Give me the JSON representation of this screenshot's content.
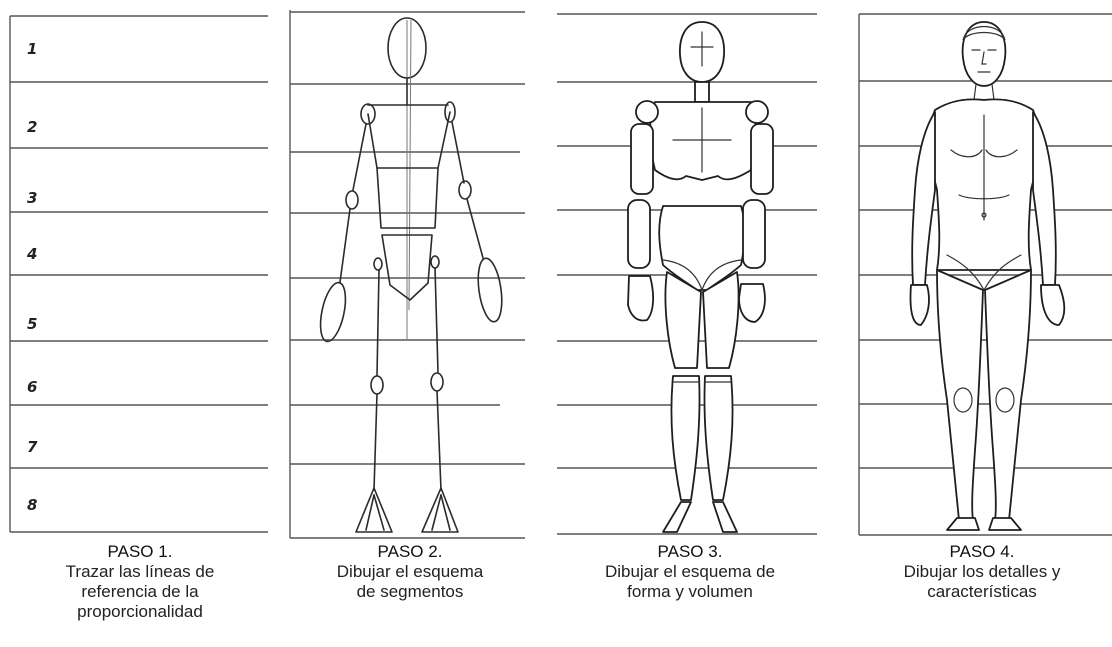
{
  "steps": [
    {
      "title": "PASO 1.",
      "desc_lines": [
        "Trazar las líneas de",
        "referencia de la",
        "proporcionalidad"
      ],
      "numbers": [
        "1",
        "2",
        "3",
        "4",
        "5",
        "6",
        "7",
        "8"
      ]
    },
    {
      "title": "PASO 2.",
      "desc_lines": [
        "Dibujar el esquema",
        "de segmentos"
      ]
    },
    {
      "title": "PASO 3.",
      "desc_lines": [
        "Dibujar el esquema de",
        "forma y volumen"
      ]
    },
    {
      "title": "PASO 4.",
      "desc_lines": [
        "Dibujar los detalles y",
        "características"
      ]
    }
  ]
}
